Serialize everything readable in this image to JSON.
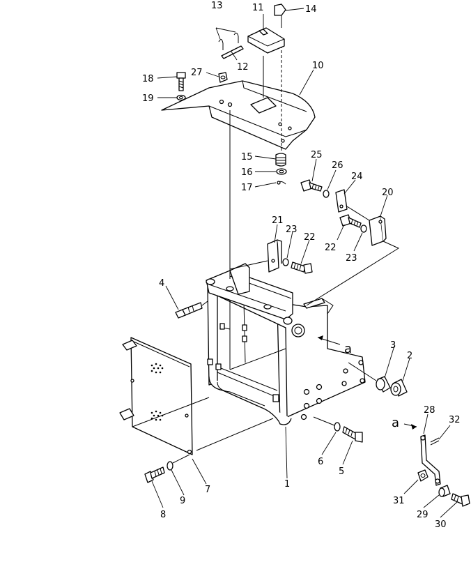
{
  "callouts": [
    {
      "id": "1",
      "label": "1"
    },
    {
      "id": "2",
      "label": "2"
    },
    {
      "id": "3",
      "label": "3"
    },
    {
      "id": "4",
      "label": "4"
    },
    {
      "id": "5",
      "label": "5"
    },
    {
      "id": "6",
      "label": "6"
    },
    {
      "id": "7",
      "label": "7"
    },
    {
      "id": "8",
      "label": "8"
    },
    {
      "id": "9",
      "label": "9"
    },
    {
      "id": "10",
      "label": "10"
    },
    {
      "id": "11",
      "label": "11"
    },
    {
      "id": "12",
      "label": "12"
    },
    {
      "id": "13",
      "label": "13"
    },
    {
      "id": "14",
      "label": "14"
    },
    {
      "id": "15",
      "label": "15"
    },
    {
      "id": "16",
      "label": "16"
    },
    {
      "id": "17",
      "label": "17"
    },
    {
      "id": "18",
      "label": "18"
    },
    {
      "id": "19",
      "label": "19"
    },
    {
      "id": "20",
      "label": "20"
    },
    {
      "id": "21",
      "label": "21"
    },
    {
      "id": "22a",
      "label": "22"
    },
    {
      "id": "22b",
      "label": "22"
    },
    {
      "id": "23a",
      "label": "23"
    },
    {
      "id": "23b",
      "label": "23"
    },
    {
      "id": "24",
      "label": "24"
    },
    {
      "id": "25",
      "label": "25"
    },
    {
      "id": "26",
      "label": "26"
    },
    {
      "id": "27",
      "label": "27"
    },
    {
      "id": "28",
      "label": "28"
    },
    {
      "id": "29",
      "label": "29"
    },
    {
      "id": "30",
      "label": "30"
    },
    {
      "id": "31",
      "label": "31"
    },
    {
      "id": "32",
      "label": "32"
    }
  ],
  "view_markers": {
    "main": "a",
    "detail": "a"
  }
}
